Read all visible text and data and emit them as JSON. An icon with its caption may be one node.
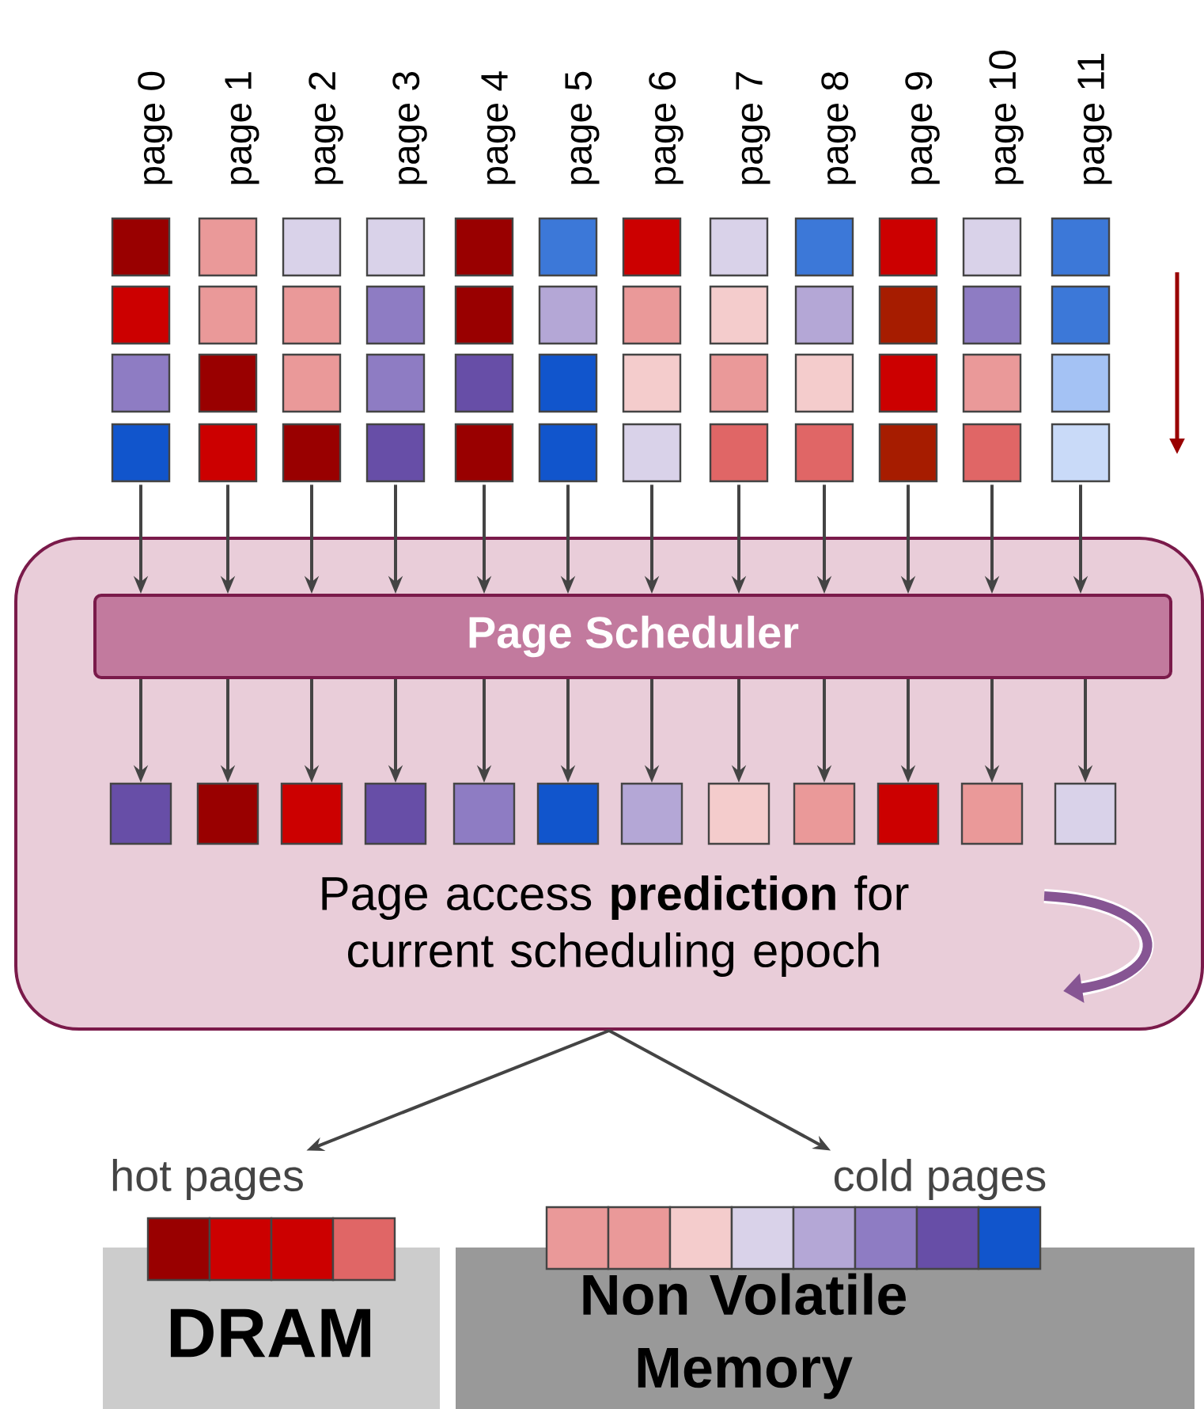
{
  "diagram": {
    "nodes": [
      {
        "text": [
          "Page access **prediction** for current scheduling epoch"
        ]
      },
      {
        "text": [
          "Page Scheduler"
        ],
        "in": 0
      },
      {
        "text": [],
        "shape": "box"
      },
      {
        "text": [],
        "shape": "box"
      },
      {
        "text": [],
        "shape": "box"
      },
      {
        "text": [],
        "shape": "box"
      },
      {
        "text": [],
        "shape": "box"
      },
      {
        "text": [],
        "shape": "box"
      },
      {
        "text": [],
        "shape": "box"
      },
      {
        "text": [],
        "shape": "box"
      },
      {
        "text": [],
        "shape": "box"
      },
      {
        "text": [],
        "shape": "box"
      },
      {
        "text": [],
        "shape": "box"
      },
      {
        "text": [],
        "shape": "box"
      },
      {
        "text": [],
        "shape": "box",
        "in": 0
      },
      {
        "text": [],
        "shape": "box",
        "in": 0
      },
      {
        "text": [],
        "shape": "box",
        "in": 0
      },
      {
        "text": [],
        "shape": "box",
        "in": 0
      },
      {
        "text": [],
        "shape": "box",
        "in": 0
      },
      {
        "text": [],
        "shape": "box",
        "in": 0
      },
      {
        "text": [],
        "shape": "box",
        "in": 0
      },
      {
        "text": [],
        "shape": "box",
        "in": 0
      },
      {
        "text": [],
        "shape": "box",
        "in": 0
      },
      {
        "text": [],
        "shape": "box",
        "in": 0
      },
      {
        "text": [],
        "shape": "box",
        "in": 0
      },
      {
        "text": [],
        "shape": "box",
        "in": 0
      },
      {
        "text": [
          "hot pages"
        ]
      },
      {
        "text": [
          "cold pages"
        ]
      },
      {
        "text": [
          "DRAM"
        ]
      },
      {
        "text": [
          "Non Volatile Memory"
        ]
      }
    ],
    "edges": [
      {
        "from": 2,
        "to": 1,
        "arrow": "to"
      },
      {
        "from": 3,
        "to": 1,
        "arrow": "to"
      },
      {
        "from": 4,
        "to": 1,
        "arrow": "to"
      },
      {
        "from": 5,
        "to": 1,
        "arrow": "to"
      },
      {
        "from": 6,
        "to": 1,
        "arrow": "to"
      },
      {
        "from": 7,
        "to": 1,
        "arrow": "to"
      },
      {
        "from": 8,
        "to": 1,
        "arrow": "to"
      },
      {
        "from": 9,
        "to": 1,
        "arrow": "to"
      },
      {
        "from": 10,
        "to": 1,
        "arrow": "to"
      },
      {
        "from": 11,
        "to": 1,
        "arrow": "to"
      },
      {
        "from": 12,
        "to": 1,
        "arrow": "to"
      },
      {
        "from": 13,
        "to": 1,
        "arrow": "to"
      },
      {
        "from": 1,
        "to": 14,
        "arrow": "to"
      },
      {
        "from": 1,
        "to": 15,
        "arrow": "to"
      },
      {
        "from": 1,
        "to": 16,
        "arrow": "to"
      },
      {
        "from": 1,
        "to": 17,
        "arrow": "to"
      },
      {
        "from": 1,
        "to": 18,
        "arrow": "to"
      },
      {
        "from": 1,
        "to": 19,
        "arrow": "to"
      },
      {
        "from": 1,
        "to": 20,
        "arrow": "to"
      },
      {
        "from": 1,
        "to": 21,
        "arrow": "to"
      },
      {
        "from": 1,
        "to": 22,
        "arrow": "to"
      },
      {
        "from": 1,
        "to": 23,
        "arrow": "to"
      },
      {
        "from": 1,
        "to": 24,
        "arrow": "to"
      },
      {
        "from": 1,
        "to": 25,
        "arrow": "to"
      },
      {
        "from": 0,
        "to": 26,
        "arrow": "to"
      },
      {
        "from": 0,
        "to": 27,
        "arrow": "to"
      }
    ],
    "labels": [
      "page 0",
      "page 1",
      "page 2",
      "page 3",
      "page 4",
      "page 5",
      "page 6",
      "page 7",
      "page 8",
      "page 9",
      "page 10",
      "page 11"
    ]
  }
}
